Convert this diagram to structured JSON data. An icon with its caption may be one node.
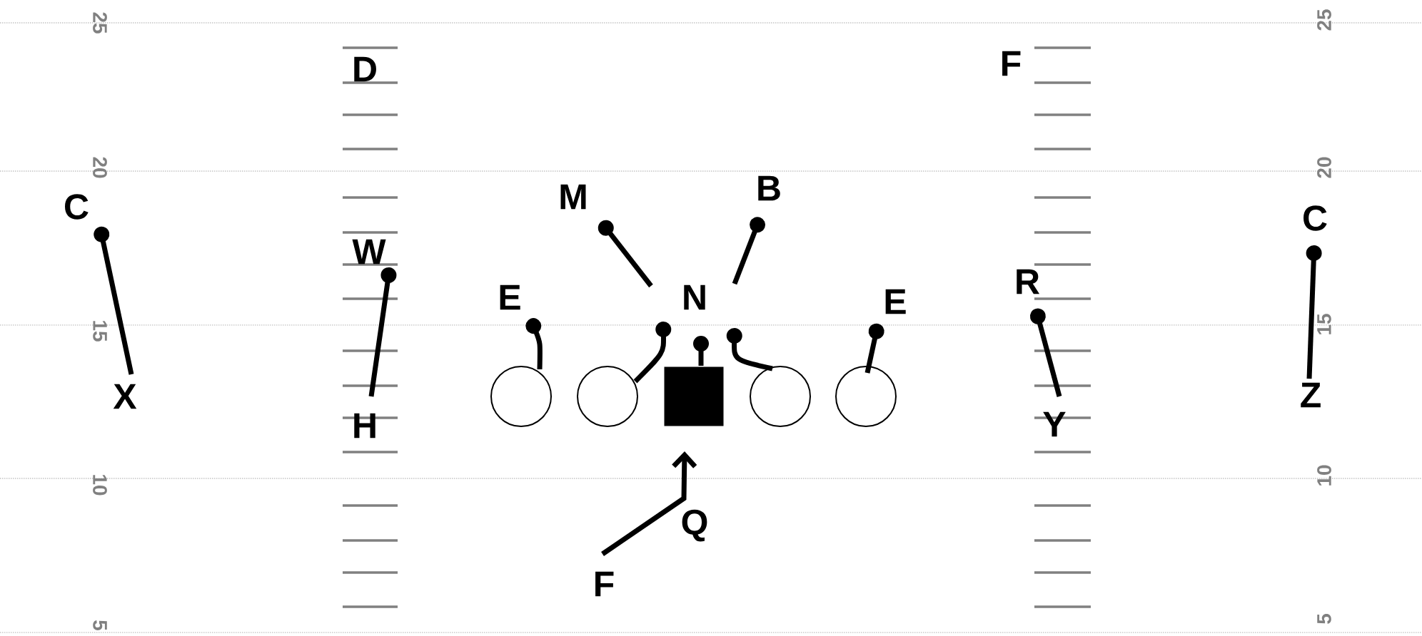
{
  "diagram": {
    "nodes": [
      {
        "text": [
          "C"
        ]
      },
      {
        "text": [
          "X"
        ]
      },
      {
        "text": [
          "W"
        ]
      },
      {
        "text": [
          "H"
        ]
      },
      {
        "text": [
          "M"
        ]
      },
      {
        "text": [
          "B"
        ]
      },
      {
        "text": [
          "N"
        ]
      },
      {
        "text": [
          "E"
        ]
      },
      {
        "text": [
          "E"
        ]
      },
      {
        "text": [],
        "shape": "circle"
      },
      {
        "text": [],
        "shape": "circle"
      },
      {
        "text": [],
        "shape": "box"
      },
      {
        "text": [],
        "shape": "circle"
      },
      {
        "text": [],
        "shape": "circle"
      },
      {
        "text": [
          "R"
        ]
      },
      {
        "text": [
          "Y"
        ]
      },
      {
        "text": [
          "C"
        ]
      },
      {
        "text": [
          "Z"
        ]
      },
      {
        "text": [
          "F"
        ]
      }
    ],
    "edges": [
      {
        "from": 1,
        "to": 0,
        "arrow": "other"
      },
      {
        "from": 3,
        "to": 2,
        "arrow": "other"
      },
      {
        "from": 9,
        "to": 7,
        "arrow": "other"
      },
      {
        "from": 10,
        "to": 6,
        "arrow": "other"
      },
      {
        "from": 11,
        "to": 6,
        "arrow": "other"
      },
      {
        "from": 12,
        "to": 6,
        "arrow": "other"
      },
      {
        "from": 13,
        "to": 8,
        "arrow": "other"
      },
      {
        "from": 6,
        "to": 4,
        "arrow": "other"
      },
      {
        "from": 6,
        "to": 5,
        "arrow": "other"
      },
      {
        "from": 15,
        "to": 14,
        "arrow": "other"
      },
      {
        "from": 17,
        "to": 16,
        "arrow": "other"
      },
      {
        "from": 18,
        "to": 11,
        "arrow": "to"
      }
    ],
    "labels": [
      "25",
      "25",
      "D",
      "F",
      "20",
      "20",
      "15",
      "15",
      "10",
      "10",
      "Q",
      "5",
      "5"
    ]
  }
}
